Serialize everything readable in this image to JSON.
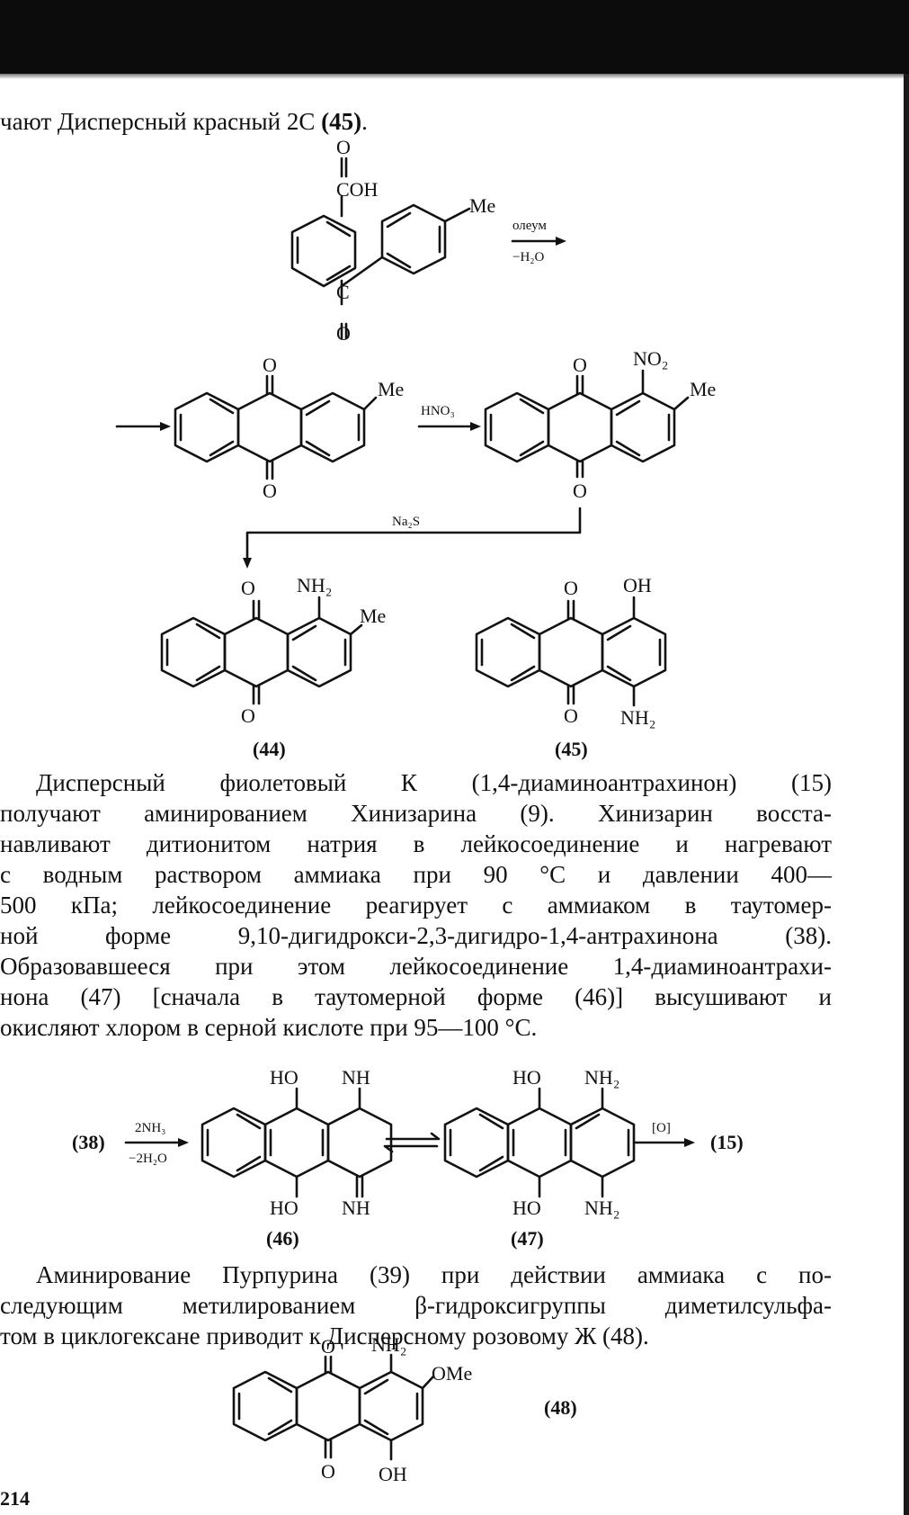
{
  "intro_line": {
    "text": "чают Дисперсный красный 2С",
    "ref": "(45)",
    "end": "."
  },
  "scheme1": {
    "reactant": {
      "o_top": "O",
      "coh": "COH",
      "me": "Me",
      "c_mid": "C",
      "o_bottom": "O"
    },
    "arrow1": {
      "above": "олеум",
      "below": "−H₂O"
    },
    "ketone_me": {
      "o_top": "O",
      "o_bottom": "O",
      "me": "Me"
    },
    "arrow2": {
      "above": "HNO₃"
    },
    "nitro": {
      "o_top": "O",
      "no2": "NO₂",
      "me": "Me",
      "o_bottom": "O"
    },
    "arrow3": {
      "label": "Na₂S"
    },
    "c44": {
      "o_top": "O",
      "nh2": "NH₂",
      "me": "Me",
      "o_bottom": "O",
      "number": "(44)"
    },
    "c45": {
      "o_top": "O",
      "oh": "OH",
      "o_bottom": "O",
      "nh2": "NH₂",
      "number": "(45)"
    }
  },
  "paragraph1": {
    "lines": [
      "Дисперсный фиолетовый К (1,4-диаминоантрахинон) (15)",
      "получают аминированием Хинизарина (9). Хинизарин восста-",
      "навливают дитионитом натрия в лейкосоединение и нагревают",
      "с водным раствором аммиака при 90 °С и давлении 400—",
      "500 кПа; лейкосоединение реагирует с аммиаком в таутомер-",
      "ной форме 9,10-дигидрокси-2,3-дигидро-1,4-антрахинона (38).",
      "Образовавшееся при этом лейкосоединение 1,4-диаминоантрахи-",
      "нона (47) [сначала в таутомерной форме (46)] высушивают и",
      "окисляют хлором в серной кислоте при 95—100 °С."
    ]
  },
  "scheme2": {
    "start": "(38)",
    "arrow1": {
      "above": "2NH₃",
      "below": "−2H₂O"
    },
    "c46": {
      "ho_top": "HO",
      "nh_top": "NH",
      "ho_bottom": "HO",
      "nh_bottom": "NH",
      "number": "(46)"
    },
    "c47": {
      "ho_top": "HO",
      "nh2_top": "NH₂",
      "ho_bottom": "HO",
      "nh2_bottom": "NH₂",
      "number": "(47)"
    },
    "arrow2": {
      "above": "[O]"
    },
    "product": "(15)"
  },
  "paragraph2": {
    "lines": [
      "Аминирование Пурпурина (39) при действии аммиака с по-",
      "следующим метилированием β-гидроксигруппы диметилсульфа-",
      "том в циклогексане приводит к Дисперсному розовому Ж (48)."
    ]
  },
  "c48": {
    "o_top": "O",
    "nh2": "NH₂",
    "ome": "OMe",
    "o_bottom": "O",
    "oh": "OH",
    "number": "(48)"
  },
  "page_number": "214"
}
